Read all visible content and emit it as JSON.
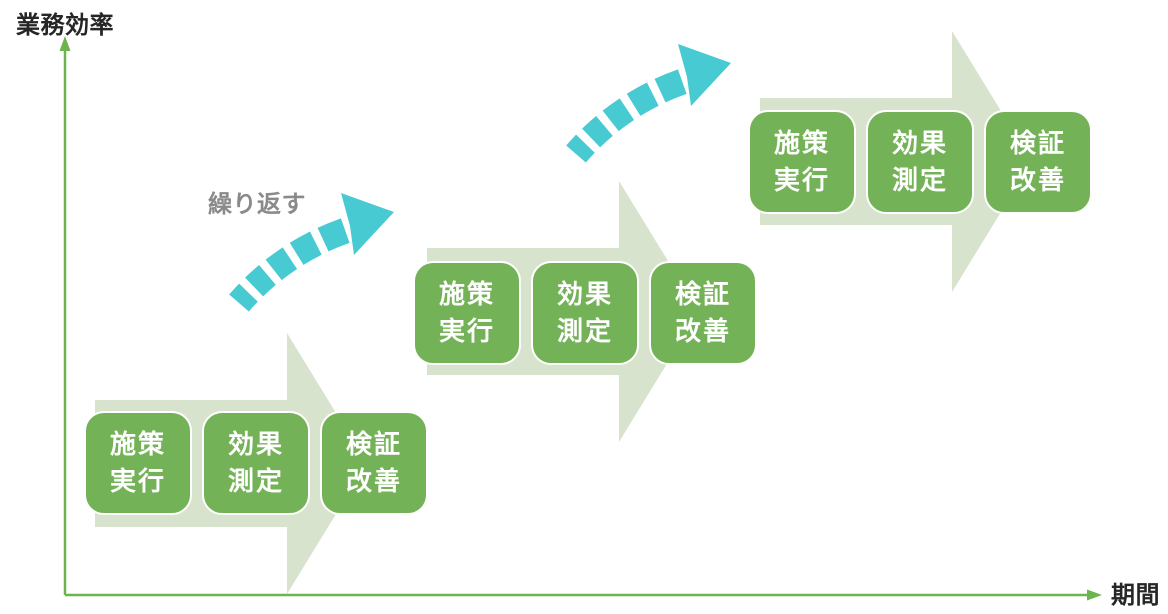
{
  "axes": {
    "y_label": "業務効率",
    "x_label": "期間"
  },
  "annotations": {
    "repeat_label": "繰り返す"
  },
  "groups": [
    {
      "name": "cycle-1",
      "steps": [
        {
          "lines": [
            "施策",
            "実行"
          ]
        },
        {
          "lines": [
            "効果",
            "測定"
          ]
        },
        {
          "lines": [
            "検証",
            "改善"
          ]
        }
      ]
    },
    {
      "name": "cycle-2",
      "steps": [
        {
          "lines": [
            "施策",
            "実行"
          ]
        },
        {
          "lines": [
            "効果",
            "測定"
          ]
        },
        {
          "lines": [
            "検証",
            "改善"
          ]
        }
      ]
    },
    {
      "name": "cycle-3",
      "steps": [
        {
          "lines": [
            "施策",
            "実行"
          ]
        },
        {
          "lines": [
            "効果",
            "測定"
          ]
        },
        {
          "lines": [
            "検証",
            "改善"
          ]
        }
      ]
    }
  ],
  "colors": {
    "step_box_green": "#74b257",
    "step_text_white": "#ffffff",
    "pale_arrow_green": "#d8e3cd",
    "cycle_arrow_cyan": "#48cad2",
    "axis_green": "#6db44e",
    "axis_label_black": "#262626",
    "repeat_label_gray": "#8a8a8a"
  }
}
